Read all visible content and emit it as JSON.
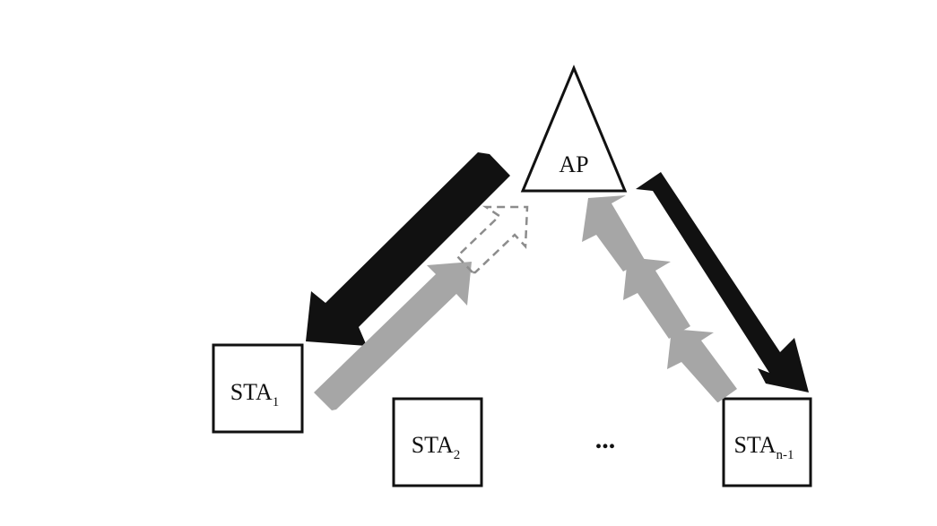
{
  "nodes": {
    "ap": {
      "label": "AP"
    },
    "sta1": {
      "label": "STA",
      "subscript": "1"
    },
    "sta2": {
      "label": "STA",
      "subscript": "2"
    },
    "stan1": {
      "label": "STA",
      "subscript": "n-1"
    }
  },
  "ellipsis": "...",
  "colors": {
    "downlink": "#111111",
    "uplink": "#a6a6a6",
    "dashed": "#8c8c8c",
    "node_stroke": "#111111"
  }
}
